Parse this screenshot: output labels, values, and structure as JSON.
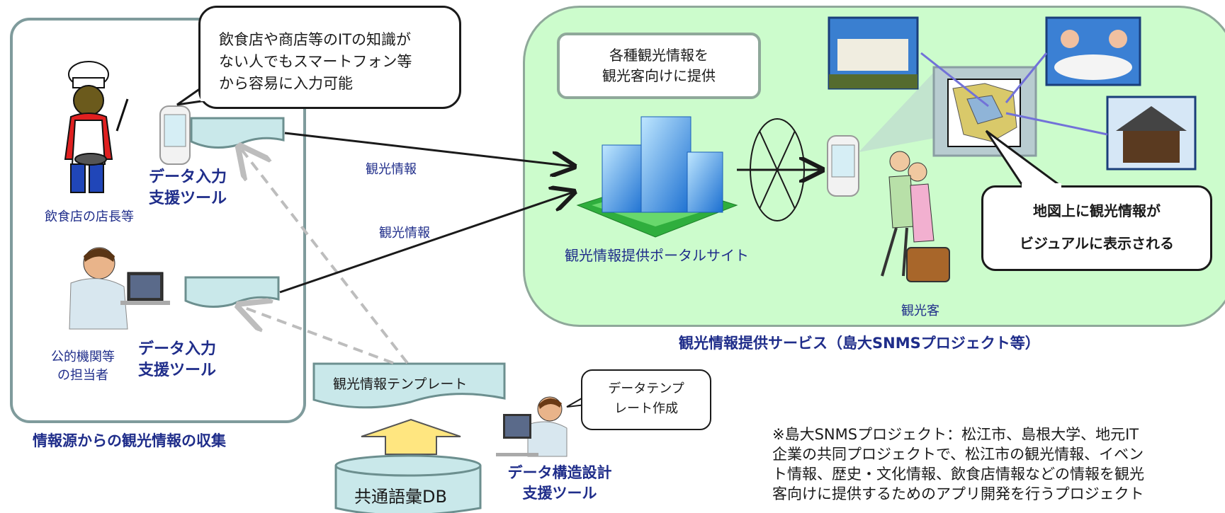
{
  "left_panel": {
    "speech_bubble": [
      "飲食店や商店等のITの知識が",
      "ない人でもスマートフォン等",
      "から容易に入力可能"
    ],
    "restaurant_tool_label": [
      "データ入力",
      "支援ツール"
    ],
    "restaurant_owner_label": "飲食店の店長等",
    "public_tool_label": [
      "データ入力",
      "支援ツール"
    ],
    "public_staff_label": [
      "公的機関等",
      "の担当者"
    ],
    "caption": "情報源からの観光情報の収集"
  },
  "arrows": {
    "upper_label": "観光情報",
    "lower_label": "観光情報"
  },
  "template": {
    "label": "観光情報テンプレート",
    "db_label": "共通語彙DB",
    "design_tool_label": [
      "データ構造設計",
      "支援ツール"
    ],
    "design_bubble": [
      "データテンプ",
      "レート作成"
    ]
  },
  "right_panel": {
    "provide_box": [
      "各種観光情報を",
      "観光客向けに提供"
    ],
    "portal_label": "観光情報提供ポータルサイト",
    "tourist_label": "観光客",
    "map_bubble": [
      "地図上に観光情報が",
      "ビジュアルに表示される"
    ],
    "caption": "観光情報提供サービス（島大SNMSプロジェクト等）"
  },
  "footnote": [
    "※島大SNMSプロジェクト：松江市、島根大学、地元IT",
    "企業の共同プロジェクトで、松江市の観光情報、イベン",
    "ト情報、歴史・文化情報、飲食店情報などの情報を観光",
    "客向けに提供するためのアプリ開発を行うプロジェクト"
  ],
  "colors": {
    "navy": "#1f2d8a",
    "panel_green": "#ccfccc",
    "doc_fill": "#c9e8ea",
    "arrow_yellow": "#ffe680"
  }
}
